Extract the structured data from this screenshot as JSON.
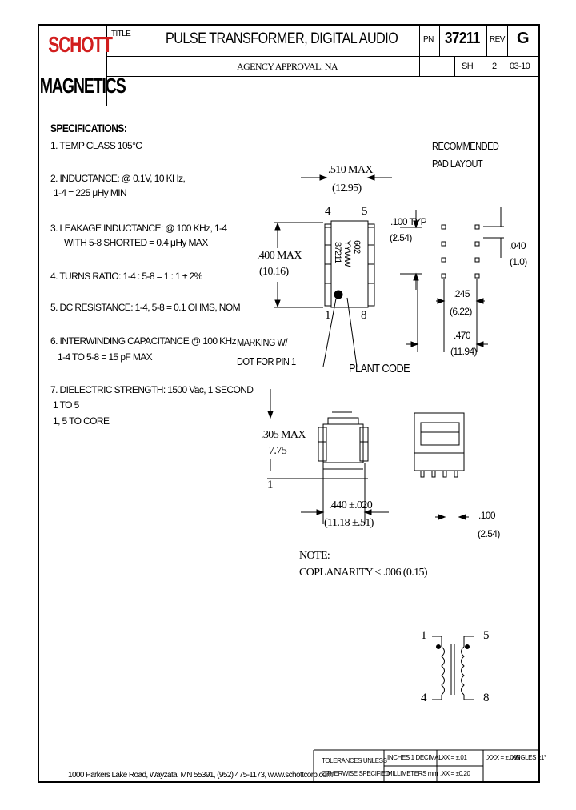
{
  "logo": {
    "line1": "SCHOTT",
    "line2": "MAGNETICS",
    "accent_color": "#d21e1e"
  },
  "title_block": {
    "title_label": "TITLE",
    "title": "PULSE TRANSFORMER, DIGITAL AUDIO",
    "pn_label": "PN",
    "pn": "37211",
    "rev_label": "REV",
    "rev": "G",
    "agency": "AGENCY APPROVAL: NA",
    "sh_label": "SH",
    "sh_value": "2",
    "date": "03-10"
  },
  "specifications": {
    "heading": "SPECIFICATIONS:",
    "items": [
      {
        "line1": "1. TEMP CLASS 105°C"
      },
      {
        "line1": "2. INDUCTANCE: @ 0.1V, 10 KHz,",
        "line2": "1-4 = 225 μHy MIN"
      },
      {
        "line1": "3. LEAKAGE INDUCTANCE: @ 100 KHz, 1-4",
        "line2": "WITH 5-8 SHORTED = 0.4 μHy MAX"
      },
      {
        "line1": "4. TURNS RATIO: 1-4 : 5-8 = 1 : 1 ± 2%"
      },
      {
        "line1": "5. DC RESISTANCE: 1-4, 5-8 = 0.1 OHMS, NOM"
      },
      {
        "line1": "6. INTERWINDING CAPACITANCE @ 100 KHz",
        "line2": "1-4 TO 5-8 = 15 pF MAX"
      },
      {
        "line1": "7. DIELECTRIC STRENGTH: 1500 Vac, 1 SECOND",
        "line2": "1 TO 5",
        "line3": "1, 5 TO CORE"
      }
    ]
  },
  "drawing": {
    "top_width": ".510 MAX",
    "top_width_mm": "(12.95)",
    "pin_4": "4",
    "pin_5": "5",
    "pin_1": "1",
    "pin_8": "8",
    "height": ".400 MAX",
    "height_mm": "(10.16)",
    "marking_1": "602",
    "marking_2": "YYWW",
    "marking_3": "37211",
    "marking_note_1": "MARKING W/",
    "marking_note_2": "DOT FOR PIN 1",
    "plant_code": "PLANT CODE",
    "pad_title_1": "RECOMMENDED",
    "pad_title_2": "PAD LAYOUT",
    "pad_pitch": ".100 TYP",
    "pad_pitch_mm": "(2.54)",
    "pad_width": ".040",
    "pad_width_mm": "(1.0)",
    "pad_span_1": ".245",
    "pad_span_1_mm": "(6.22)",
    "pad_span_2": ".470",
    "pad_span_2_mm": "(11.94)",
    "side_height": ".305 MAX",
    "side_height_mm": "7.75",
    "side_pin": "1",
    "side_width": ".440 ±.020",
    "side_width_mm": "(11.18 ±.51)",
    "end_pitch": ".100",
    "end_pitch_mm": "(2.54)",
    "note_title": "NOTE:",
    "note_text": "COPLANARITY < .006 (0.15)",
    "sch_pin_1": "1",
    "sch_pin_5": "5",
    "sch_pin_4": "4",
    "sch_pin_8": "8"
  },
  "footer": {
    "address": "1000 Parkers Lake Road, Wayzata, MN 55391, (952) 475-1173, www.schottcorp.com",
    "tol_1": "TOLERANCES UNLESS",
    "tol_2": "OTHERWISE SPECIFIED",
    "units_1": "INCHES 1 DECIMAL",
    "units_2": "MILLIMETERS mm",
    "xx_1": ".XX = ±.01",
    "xx_2": ".XX = ±0.20",
    "xxx": ".XXX = ±.005",
    "angles": "ANGLES ±1°"
  }
}
